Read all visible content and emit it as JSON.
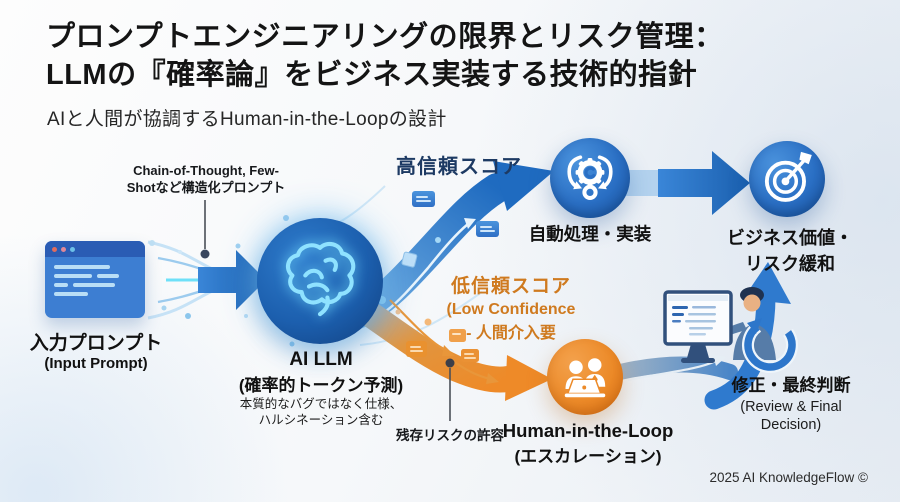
{
  "header": {
    "title_line1": "プロンプトエンジニアリングの限界とリスク管理：",
    "title_line2": "LLMの『確率論』をビジネス実装する技術的指針",
    "subtitle": "AIと人間が協調するHuman-in-the-Loopの設計"
  },
  "flow": {
    "input": {
      "label": "入力プロンプト",
      "sublabel": "(Input Prompt)"
    },
    "prompt_annotation": {
      "line1": "Chain-of-Thought, Few-",
      "line2": "Shotなど構造化プロンプト"
    },
    "llm": {
      "label": "AI LLM",
      "sublabel": "(確率的トークン予測)",
      "note1": "本質的なバグではなく仕様、",
      "note2": "ハルシネーション含む"
    },
    "high_confidence_label": "高信頼スコア",
    "auto_process": {
      "label": "自動処理・実装"
    },
    "business_value": {
      "line1": "ビジネス価値・",
      "line2": "リスク緩和"
    },
    "low_confidence": {
      "line1": "低信頼スコア",
      "line2": "(Low Confidence",
      "line3": "- 人間介入要"
    },
    "residual_risk_label": "残存リスクの許容",
    "hitl": {
      "label": "Human-in-the-Loop",
      "sublabel": "(エスカレーション)"
    },
    "review": {
      "label": "修正・最終判断",
      "sub1": "(Review & Final",
      "sub2": "Decision)"
    }
  },
  "footer": {
    "credit": "2025 AI KnowledgeFlow ©"
  },
  "colors": {
    "blue_primary": "#2a72c8",
    "blue_deep": "#1a5fae",
    "cyan_glow": "#8fe2ff",
    "orange_primary": "#ed8a2a",
    "navy_text": "#1d3a63",
    "orange_text": "#cf7a1f",
    "title_text": "#141414"
  }
}
